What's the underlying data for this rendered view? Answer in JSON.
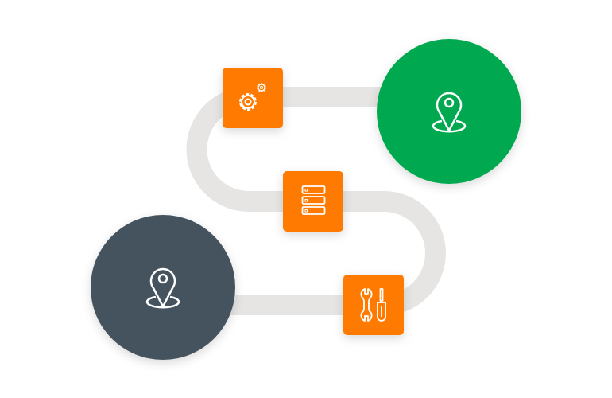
{
  "colors": {
    "track": "#e6e5e3",
    "start": "#44535f",
    "end": "#00a84f",
    "step": "#ff7a00",
    "icon": "#ffffff"
  },
  "nodes": [
    {
      "role": "start",
      "icon": "map-pin-icon"
    },
    {
      "role": "step",
      "icon": "gears-icon"
    },
    {
      "role": "step",
      "icon": "server-icon"
    },
    {
      "role": "step",
      "icon": "tools-icon"
    },
    {
      "role": "end",
      "icon": "map-pin-icon"
    }
  ]
}
